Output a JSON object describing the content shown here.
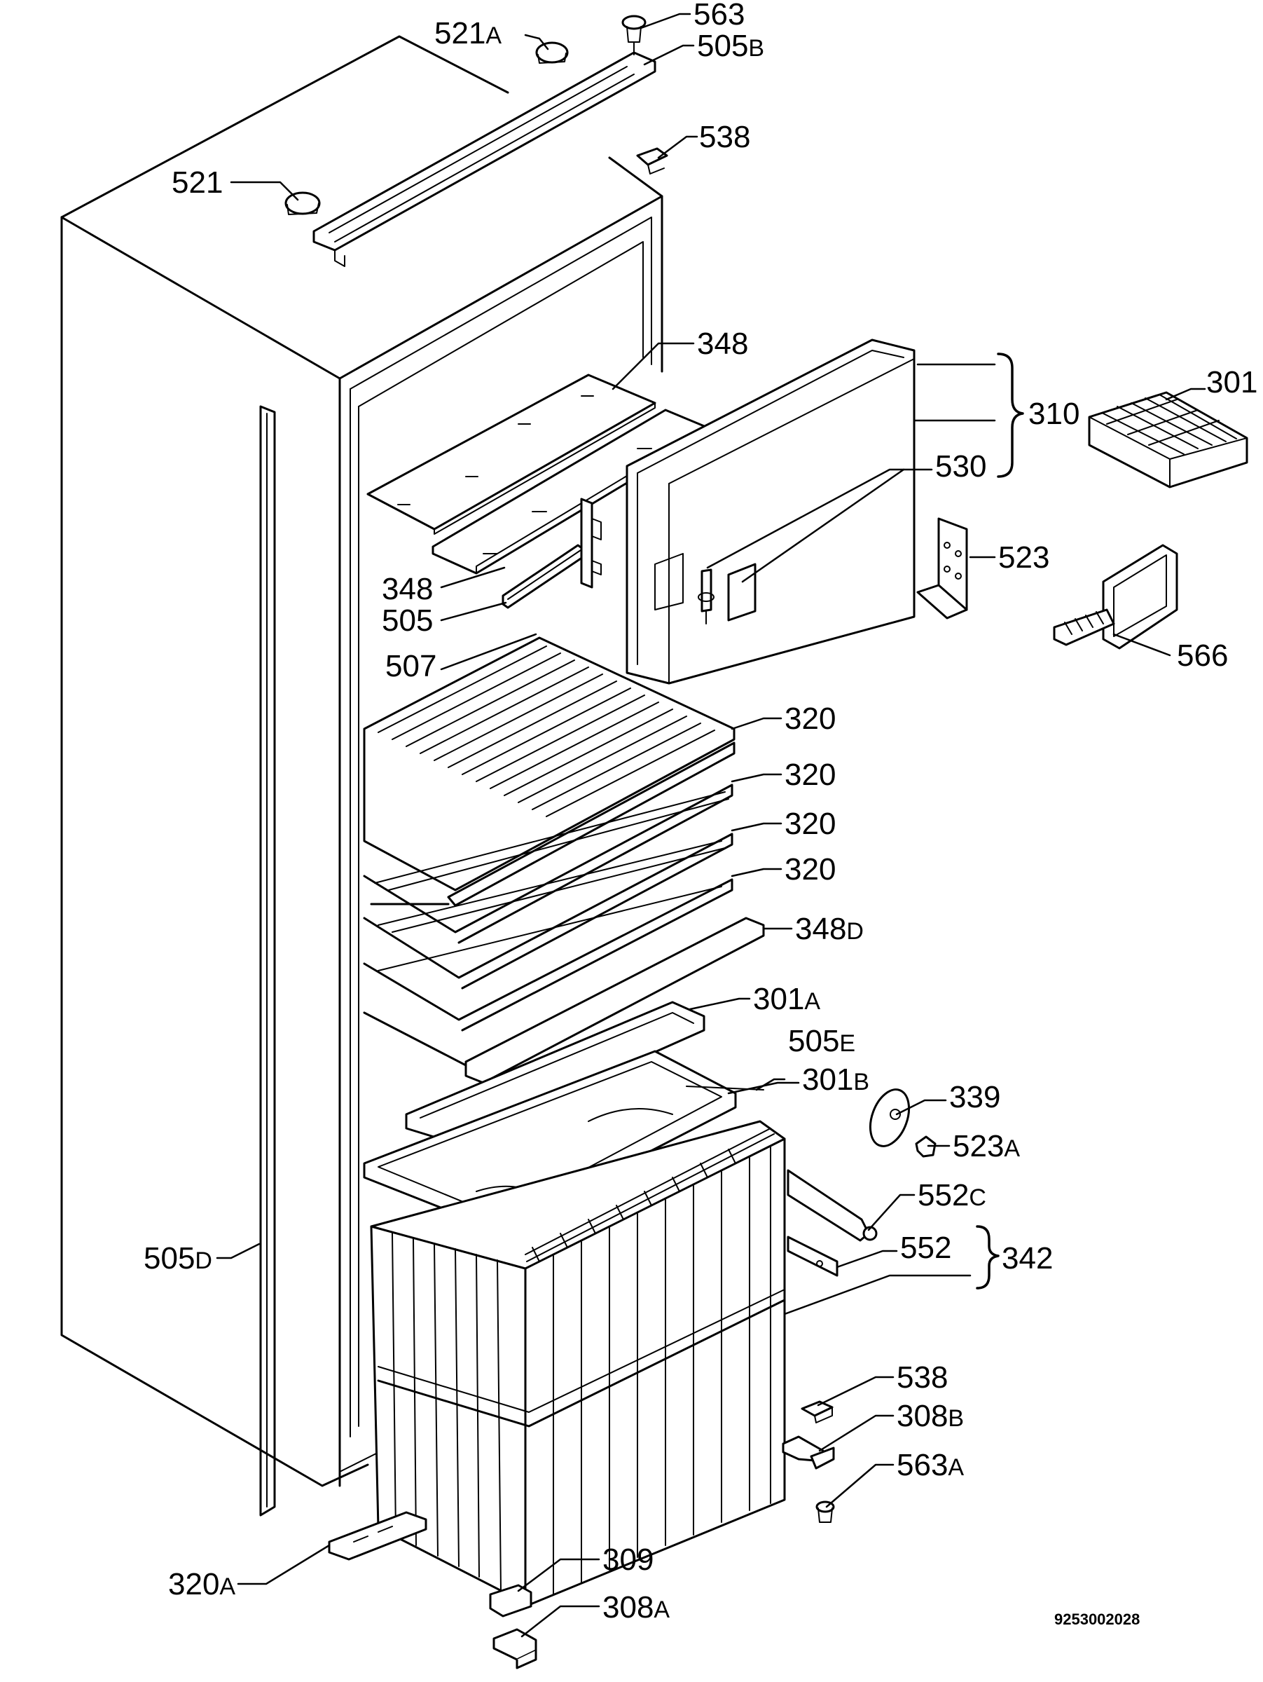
{
  "labels": {
    "p563": {
      "num": "563",
      "suffix": ""
    },
    "p521a": {
      "num": "521",
      "suffix": "A"
    },
    "p505b": {
      "num": "505",
      "suffix": "B"
    },
    "p538_top": {
      "num": "538",
      "suffix": ""
    },
    "p521": {
      "num": "521",
      "suffix": ""
    },
    "p348_top": {
      "num": "348",
      "suffix": ""
    },
    "p301": {
      "num": "301",
      "suffix": ""
    },
    "p310": {
      "num": "310",
      "suffix": ""
    },
    "p530": {
      "num": "530",
      "suffix": ""
    },
    "p523": {
      "num": "523",
      "suffix": ""
    },
    "p348_low": {
      "num": "348",
      "suffix": ""
    },
    "p505": {
      "num": "505",
      "suffix": ""
    },
    "p566": {
      "num": "566",
      "suffix": ""
    },
    "p507": {
      "num": "507",
      "suffix": ""
    },
    "p320_1": {
      "num": "320",
      "suffix": ""
    },
    "p320_2": {
      "num": "320",
      "suffix": ""
    },
    "p320_3": {
      "num": "320",
      "suffix": ""
    },
    "p320_4": {
      "num": "320",
      "suffix": ""
    },
    "p348d": {
      "num": "348",
      "suffix": "D"
    },
    "p301a": {
      "num": "301",
      "suffix": "A"
    },
    "p505e": {
      "num": "505",
      "suffix": "E"
    },
    "p301b": {
      "num": "301",
      "suffix": "B"
    },
    "p339": {
      "num": "339",
      "suffix": ""
    },
    "p523a": {
      "num": "523",
      "suffix": "A"
    },
    "p552c": {
      "num": "552",
      "suffix": "C"
    },
    "p552": {
      "num": "552",
      "suffix": ""
    },
    "p342": {
      "num": "342",
      "suffix": ""
    },
    "p505d": {
      "num": "505",
      "suffix": "D"
    },
    "p538_low": {
      "num": "538",
      "suffix": ""
    },
    "p308b": {
      "num": "308",
      "suffix": "B"
    },
    "p563a": {
      "num": "563",
      "suffix": "A"
    },
    "p320a": {
      "num": "320",
      "suffix": "A"
    },
    "p309": {
      "num": "309",
      "suffix": ""
    },
    "p308a": {
      "num": "308",
      "suffix": "A"
    }
  },
  "drawing_number": "9253002028"
}
